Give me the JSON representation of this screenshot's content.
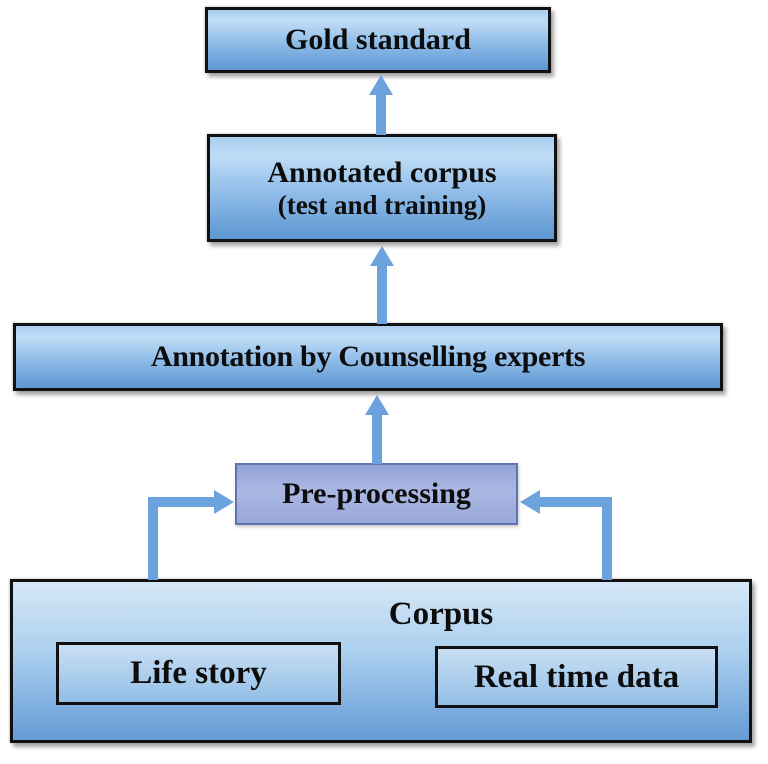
{
  "colors": {
    "background": "#ffffff",
    "arrow": "#6ca3dc",
    "box_border": "#111111",
    "box_fill_top": "#c0ddf6",
    "box_fill_bottom": "#5e97d2",
    "preprocessing_fill": "#a3b1df",
    "preprocessing_border": "#5f73ae",
    "text": "#0d0d0d"
  },
  "nodes": {
    "gold_standard": {
      "label": "Gold standard"
    },
    "annotated_corpus": {
      "label": "Annotated corpus",
      "sublabel": "(test and training)"
    },
    "annotation_experts": {
      "label": "Annotation by Counselling experts"
    },
    "preprocessing": {
      "label": "Pre-processing"
    },
    "corpus": {
      "label": "Corpus"
    },
    "life_story": {
      "label": "Life story"
    },
    "real_time_data": {
      "label": "Real time data"
    }
  },
  "edges": [
    {
      "from": "annotated_corpus",
      "to": "gold_standard",
      "style": "straight-up"
    },
    {
      "from": "annotation_experts",
      "to": "annotated_corpus",
      "style": "straight-up"
    },
    {
      "from": "preprocessing",
      "to": "annotation_experts",
      "style": "straight-up"
    },
    {
      "from": "corpus",
      "to": "preprocessing",
      "style": "elbow-up-right"
    },
    {
      "from": "corpus",
      "to": "preprocessing",
      "style": "elbow-up-left"
    }
  ]
}
